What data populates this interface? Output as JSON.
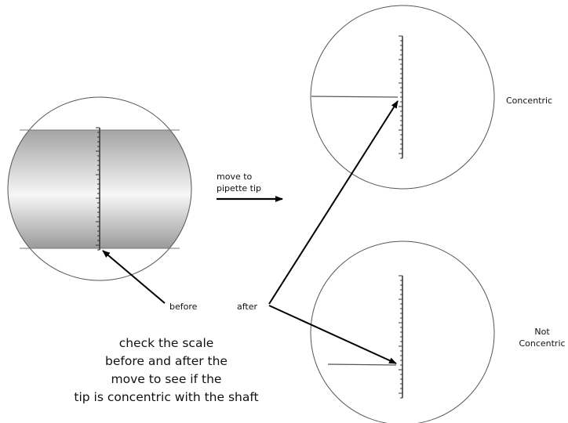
{
  "labels": {
    "move_line1": "move to",
    "move_line2": "pipette tip",
    "before": "before",
    "after": "after",
    "concentric": "Concentric",
    "not_concentric_line1": "Not",
    "not_concentric_line2": "Concentric"
  },
  "caption": {
    "line1": "check the scale",
    "line2": "before and after the",
    "line3": "move to see if the",
    "line4": "tip is concentric with the shaft"
  },
  "colors": {
    "line": "#000000",
    "circle_stroke": "#555555",
    "shaft_dark": "#9c9c9c",
    "shaft_light": "#f5f5f5",
    "scale": "#333333"
  }
}
